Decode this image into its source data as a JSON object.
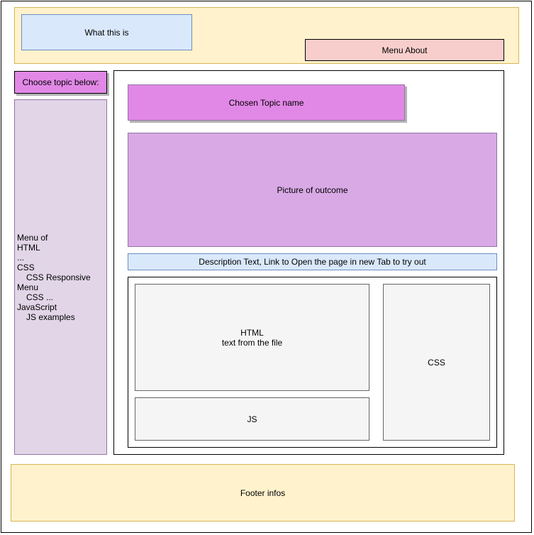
{
  "header": {
    "what_label": "What this is",
    "menu_about_label": "Menu About"
  },
  "sidebar": {
    "choose_label": "Choose topic below:",
    "menu_lines": [
      {
        "text": "Menu of",
        "indent": false
      },
      {
        "text": "HTML",
        "indent": false
      },
      {
        "text": "...",
        "indent": false
      },
      {
        "text": "CSS",
        "indent": false
      },
      {
        "text": "CSS Responsive",
        "indent": true
      },
      {
        "text": "Menu",
        "indent": false
      },
      {
        "text": "CSS ...",
        "indent": true
      },
      {
        "text": "JavaScript",
        "indent": false
      },
      {
        "text": "JS examples",
        "indent": true
      }
    ]
  },
  "main": {
    "topic_name": "Chosen Topic name",
    "picture_label": "Picture of outcome",
    "description": "Description Text, Link to Open the page in new Tab to try out",
    "html_title": "HTML",
    "html_sub": "text from the file",
    "js_label": "JS",
    "css_label": "CSS"
  },
  "footer": {
    "label": "Footer infos"
  },
  "colors": {
    "header_fill": "#fff2cc",
    "blue_fill": "#dae8fc",
    "red_fill": "#f8cecc",
    "magenta_fill": "#e188e6",
    "purple_fill": "#e1d5e7",
    "picture_fill": "#d9a9e6",
    "gray_fill": "#f5f5f5"
  }
}
